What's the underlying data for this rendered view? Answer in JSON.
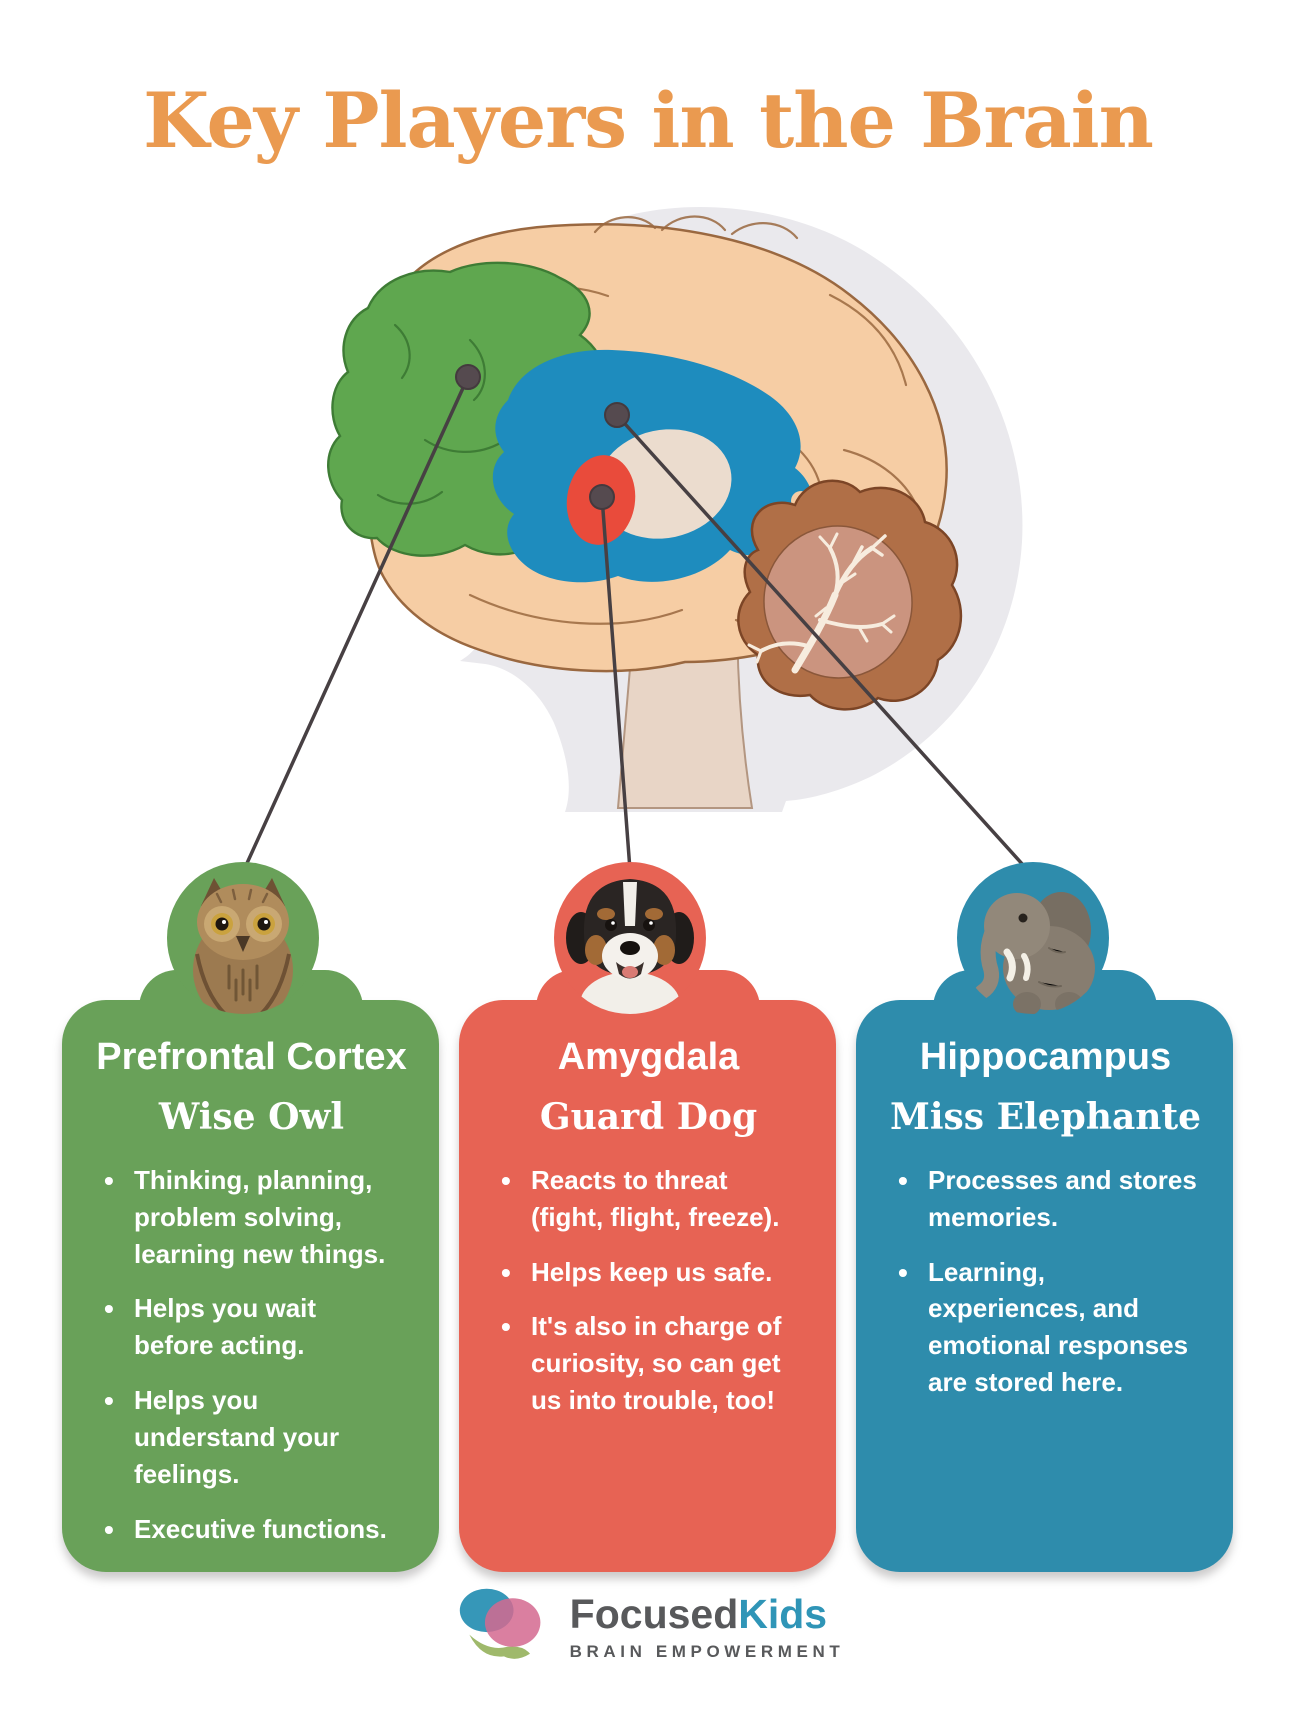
{
  "title": "Key Players in the Brain",
  "colors": {
    "title-orange": "#EA9A50",
    "card-green": "#69A159",
    "card-red": "#E76354",
    "card-blue": "#2E8CAC",
    "region-green": "#5FA74F",
    "region-blue": "#1E8CBE",
    "region-red": "#E94B3B",
    "brain-peach": "#F6CDA4",
    "brain-outline": "#9A6840",
    "cerebellum-outer": "#B06F47",
    "cerebellum-inner": "#CB947F",
    "silhouette-gray": "#EAE9ED",
    "line-dark": "#474043",
    "brand-gray": "#58595B",
    "brand-teal": "#2F95B7",
    "logo-pink": "#D4688F",
    "logo-green": "#9FB96B"
  },
  "brain": {
    "regions": [
      {
        "id": "prefrontal-cortex",
        "color": "#5FA74F",
        "linked_card": "Prefrontal Cortex"
      },
      {
        "id": "hippocampus-limbic",
        "color": "#1E8CBE",
        "linked_card": "Hippocampus"
      },
      {
        "id": "amygdala",
        "color": "#E94B3B",
        "linked_card": "Amygdala"
      }
    ]
  },
  "cards": [
    {
      "id": "prefrontal-cortex",
      "color": "#69A159",
      "animal_icon": "owl-plush",
      "title": "Prefrontal Cortex",
      "subtitle": "Wise Owl",
      "bullets": [
        "Thinking, planning,\nproblem solving,\nlearning new things.",
        "Helps you wait\nbefore acting.",
        "Helps you\nunderstand your\nfeelings.",
        "Executive functions."
      ]
    },
    {
      "id": "amygdala",
      "color": "#E76354",
      "animal_icon": "dog-plush",
      "title": "Amygdala",
      "subtitle": "Guard Dog",
      "bullets": [
        "Reacts to threat\n(fight, flight, freeze).",
        "Helps keep us safe.",
        "It's also in charge of\ncuriosity, so can get\nus into trouble, too!"
      ]
    },
    {
      "id": "hippocampus",
      "color": "#2E8CAC",
      "animal_icon": "elephant-plush",
      "title": "Hippocampus",
      "subtitle": "Miss Elephante",
      "bullets": [
        "Processes and stores\nmemories.",
        "Learning,\nexperiences, and\nemotional responses\nare stored here."
      ]
    }
  ],
  "footer": {
    "brand_primary": "Focused",
    "brand_secondary": "Kids",
    "tagline": "BRAIN EMPOWERMENT"
  }
}
